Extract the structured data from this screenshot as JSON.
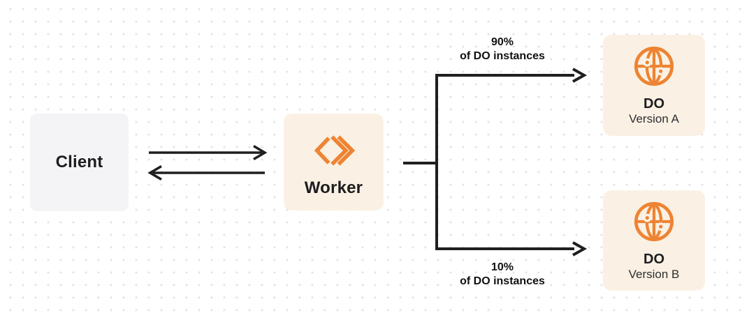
{
  "colors": {
    "accent_orange": "#EE8433",
    "box_cream": "#FAF1E4",
    "box_gray": "#F4F4F6",
    "line_dark": "#1F1F1F",
    "text_dark": "#1D1D1F",
    "text_secondary": "#2E2E30",
    "dot_color": "#E3E3E6",
    "canvas_bg": "#FFFFFF"
  },
  "nodes": {
    "client": {
      "label": "Client"
    },
    "worker": {
      "label": "Worker",
      "icon": "workers-chevron-icon"
    },
    "do_a": {
      "title": "DO",
      "subtitle": "Version A",
      "icon": "globe-icon"
    },
    "do_b": {
      "title": "DO",
      "subtitle": "Version B",
      "icon": "globe-icon"
    }
  },
  "edges": {
    "client_worker": {
      "type": "bidirectional-arrows"
    },
    "top_branch": {
      "label_pct": "90%",
      "label_rest": "of DO instances",
      "target": "DO Version A"
    },
    "bottom_branch": {
      "label_pct": "10%",
      "label_rest": "of DO instances",
      "target": "DO Version B"
    }
  }
}
